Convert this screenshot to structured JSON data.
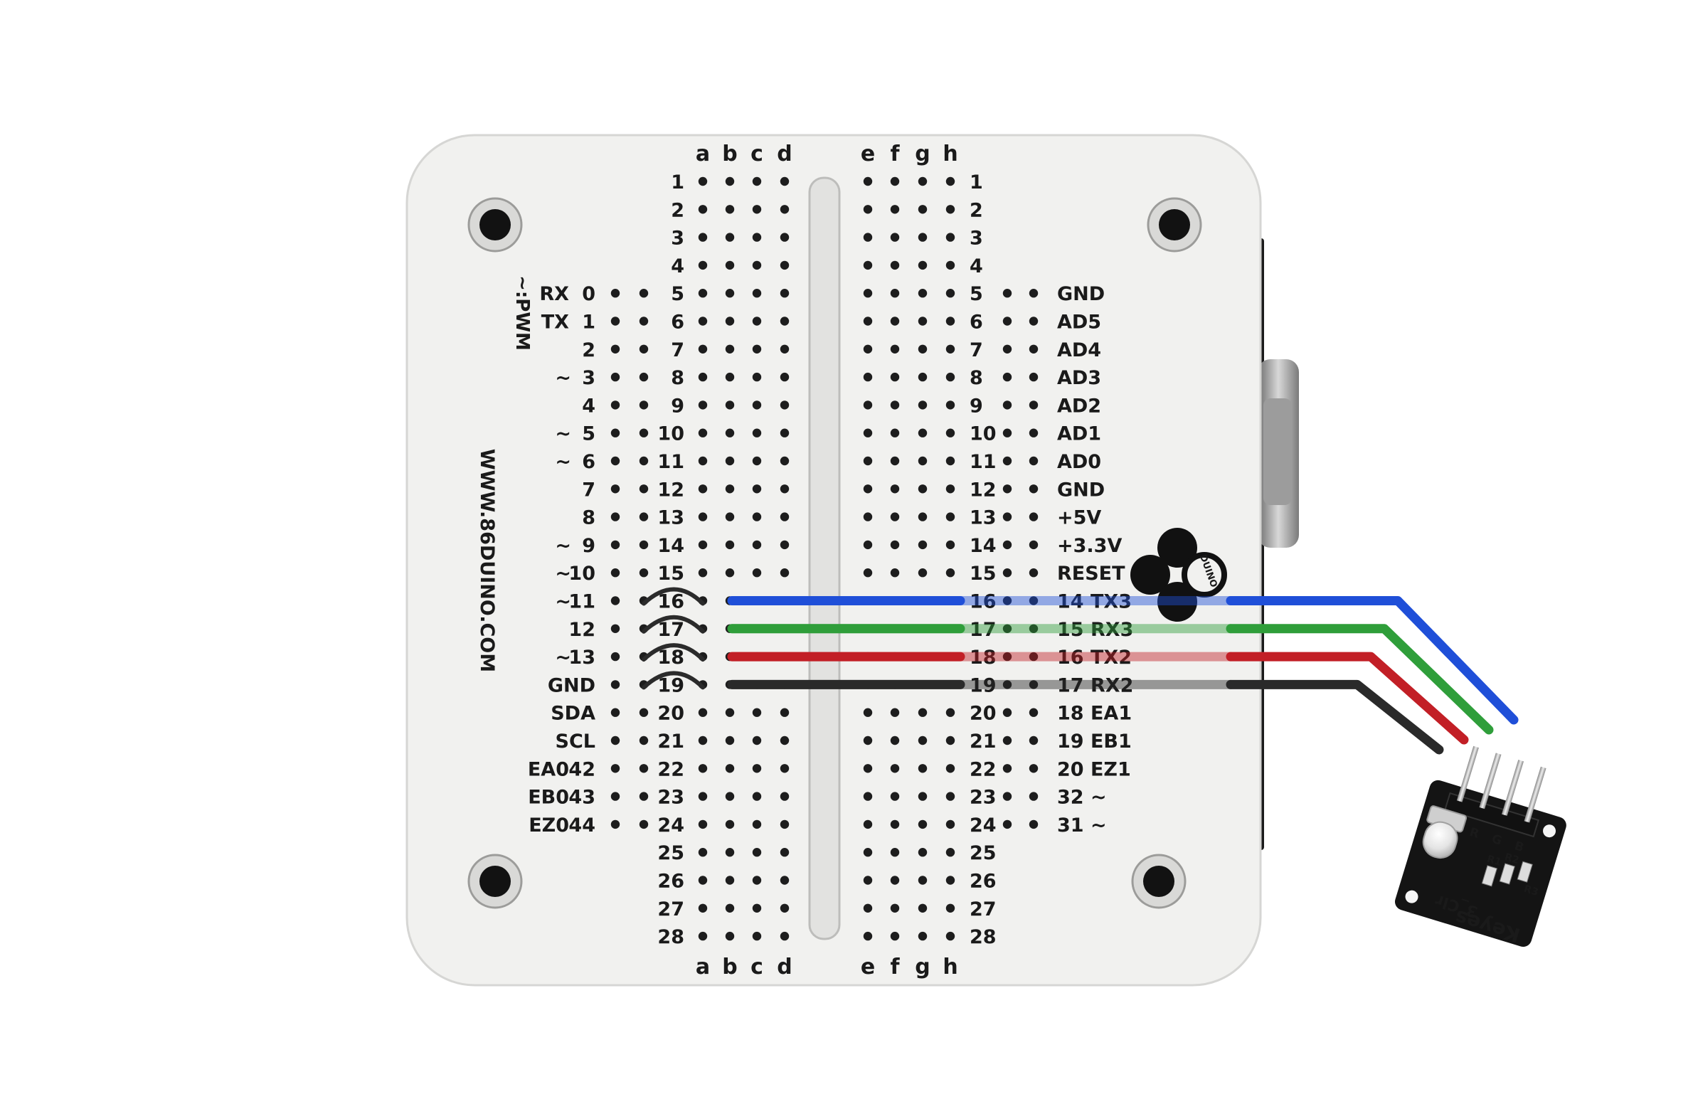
{
  "board": {
    "website": "WWW.86DUINO.COM",
    "pwm_label": "~:PWM",
    "logo_text": "DUINO",
    "columns_left": [
      "a",
      "b",
      "c",
      "d"
    ],
    "columns_right": [
      "e",
      "f",
      "g",
      "h"
    ],
    "row_count": 28,
    "left_pins": [
      {
        "row": 5,
        "name": "RX",
        "num": "0"
      },
      {
        "row": 6,
        "name": "TX",
        "num": "1"
      },
      {
        "row": 7,
        "name": "",
        "num": "2"
      },
      {
        "row": 8,
        "name": "~",
        "num": "3"
      },
      {
        "row": 9,
        "name": "",
        "num": "4"
      },
      {
        "row": 10,
        "name": "~",
        "num": "5"
      },
      {
        "row": 11,
        "name": "~",
        "num": "6"
      },
      {
        "row": 12,
        "name": "",
        "num": "7"
      },
      {
        "row": 13,
        "name": "",
        "num": "8"
      },
      {
        "row": 14,
        "name": "~",
        "num": "9"
      },
      {
        "row": 15,
        "name": "~",
        "num": "10"
      },
      {
        "row": 16,
        "name": "~",
        "num": "11"
      },
      {
        "row": 17,
        "name": "",
        "num": "12"
      },
      {
        "row": 18,
        "name": "~",
        "num": "13"
      },
      {
        "row": 19,
        "name": "",
        "num": "GND"
      },
      {
        "row": 20,
        "name": "",
        "num": "SDA"
      },
      {
        "row": 21,
        "name": "",
        "num": "SCL"
      },
      {
        "row": 22,
        "name": "EA0",
        "num": "42"
      },
      {
        "row": 23,
        "name": "EB0",
        "num": "43"
      },
      {
        "row": 24,
        "name": "EZ0",
        "num": "44"
      }
    ],
    "right_pins": [
      {
        "row": 5,
        "label": "GND"
      },
      {
        "row": 6,
        "label": "AD5"
      },
      {
        "row": 7,
        "label": "AD4"
      },
      {
        "row": 8,
        "label": "AD3"
      },
      {
        "row": 9,
        "label": "AD2"
      },
      {
        "row": 10,
        "label": "AD1"
      },
      {
        "row": 11,
        "label": "AD0"
      },
      {
        "row": 12,
        "label": "GND"
      },
      {
        "row": 13,
        "label": "+5V"
      },
      {
        "row": 14,
        "label": "+3.3V"
      },
      {
        "row": 15,
        "label": "RESET"
      },
      {
        "row": 16,
        "label": "14 TX3"
      },
      {
        "row": 17,
        "label": "15 RX3"
      },
      {
        "row": 18,
        "label": "16 TX2"
      },
      {
        "row": 19,
        "label": "17 RX2"
      },
      {
        "row": 20,
        "label": "18 EA1"
      },
      {
        "row": 21,
        "label": "19 EB1"
      },
      {
        "row": 22,
        "label": "20 EZ1"
      },
      {
        "row": 23,
        "label": "32 ~"
      },
      {
        "row": 24,
        "label": "31 ~"
      }
    ]
  },
  "module": {
    "brand": "Keyes",
    "part": "3_Clr",
    "pins": [
      "-",
      "R",
      "G",
      "B"
    ],
    "resistors": [
      "R1",
      "R2",
      "R3"
    ]
  },
  "wires": [
    {
      "row": 16,
      "color": "#1f4fd8"
    },
    {
      "row": 17,
      "color": "#2f9e3a"
    },
    {
      "row": 18,
      "color": "#c21f26"
    },
    {
      "row": 19,
      "color": "#2a2a2a"
    }
  ],
  "jumper_rows": [
    16,
    17,
    18,
    19
  ],
  "colors": {
    "board": "#f1f1ef",
    "hole": "#1d1d1d",
    "label": "#1a1a1a",
    "pcb": "#141414"
  }
}
